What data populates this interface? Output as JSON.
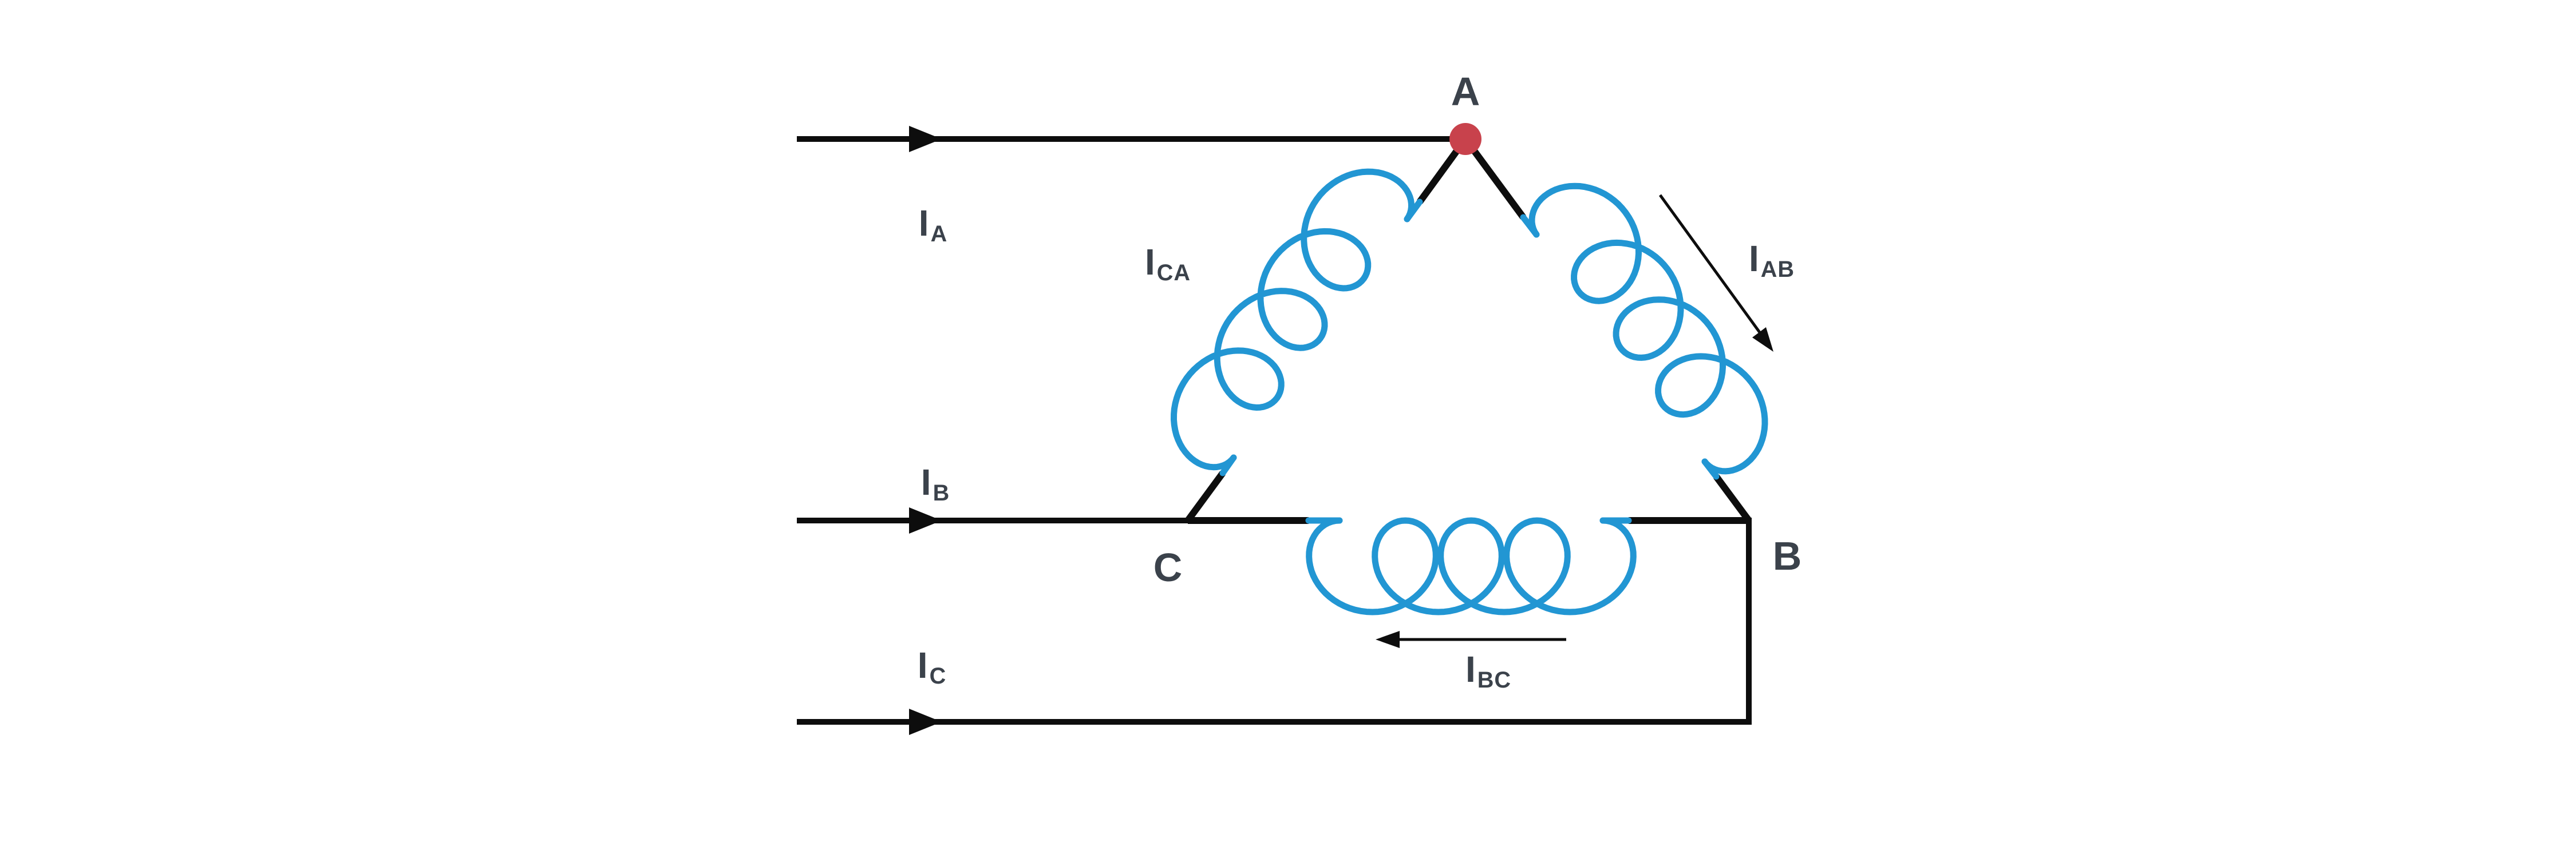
{
  "diagram": {
    "kind": "three-phase delta-connected winding",
    "labels": {
      "node_a": "A",
      "node_b": "B",
      "node_c": "C",
      "i_a": {
        "main": "I",
        "sub": "A"
      },
      "i_b": {
        "main": "I",
        "sub": "B"
      },
      "i_c": {
        "main": "I",
        "sub": "C"
      },
      "i_ca": {
        "main": "I",
        "sub": "CA"
      },
      "i_ab": {
        "main": "I",
        "sub": "AB"
      },
      "i_bc": {
        "main": "I",
        "sub": "BC"
      }
    },
    "colors": {
      "wire": "#0d0d0d",
      "coil": "#2296d3",
      "node_dot": "#c8424c",
      "label_text": "#3b424b",
      "background": "#ffffff"
    }
  }
}
